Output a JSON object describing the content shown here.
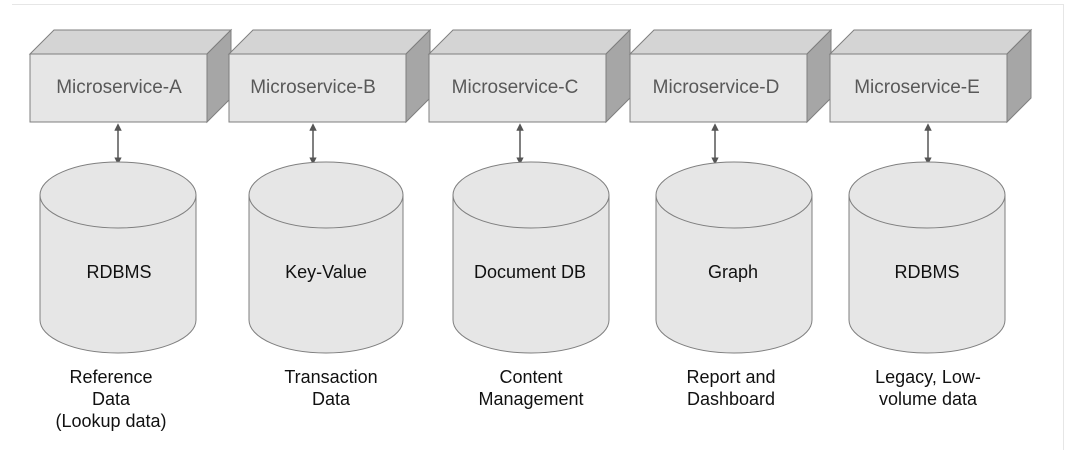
{
  "colors": {
    "box_front": "#e6e6e6",
    "box_top": "#d4d4d4",
    "box_side": "#a6a6a6",
    "outline": "#7f7f7f",
    "cylinder": "#e6e6e6",
    "arrow": "#555555"
  },
  "columns": [
    {
      "service": "Microservice-A",
      "database": "RDBMS",
      "caption": [
        "Reference",
        "Data",
        "(Lookup data)"
      ]
    },
    {
      "service": "Microservice-B",
      "database": "Key-Value",
      "caption": [
        "Transaction",
        "Data"
      ]
    },
    {
      "service": "Microservice-C",
      "database": "Document DB",
      "caption": [
        "Content",
        "Management"
      ]
    },
    {
      "service": "Microservice-D",
      "database": "Graph",
      "caption": [
        "Report and",
        "Dashboard"
      ]
    },
    {
      "service": "Microservice-E",
      "database": "RDBMS",
      "caption": [
        "Legacy, Low-",
        "volume data"
      ]
    }
  ]
}
